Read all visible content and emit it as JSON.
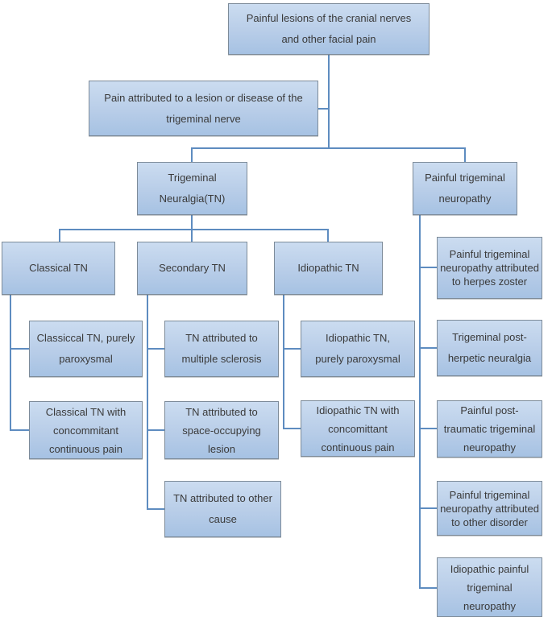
{
  "diagram": {
    "type": "flowchart",
    "description": "Classification flowchart of painful cranial nerve lesions and trigeminal neuralgia subtypes"
  },
  "colors": {
    "box_fill_top": "#cbdcf0",
    "box_fill_bottom": "#a6c2e3",
    "box_border": "#7d8b99",
    "connector_line": "#5e8cc0",
    "text": "#3a3a3a",
    "background": "#ffffff"
  },
  "nodes": {
    "root": {
      "label": "Painful lesions of the cranial nerves and other facial pain"
    },
    "trigeminal_lesion": {
      "label": "Pain attributed to a lesion or disease of the trigeminal nerve"
    },
    "tn": {
      "label": "Trigeminal Neuralgia(TN)"
    },
    "painful_tn": {
      "label": "Painful trigeminal neuropathy"
    },
    "classical": {
      "label": "Classical TN"
    },
    "secondary": {
      "label": "Secondary TN"
    },
    "idiopathic": {
      "label": "Idiopathic TN"
    },
    "classical_paroxysmal": {
      "label": "Classiccal TN, purely paroxysmal"
    },
    "classical_continuous": {
      "label": "Classical TN with concommitant continuous pain"
    },
    "secondary_ms": {
      "label": "TN attributed to multiple sclerosis"
    },
    "secondary_space": {
      "label": "TN attributed to space-occupying lesion"
    },
    "secondary_other": {
      "label": "TN attributed to other cause"
    },
    "idiopathic_paroxysmal": {
      "label": "Idiopathic TN, purely paroxysmal"
    },
    "idiopathic_continuous": {
      "label": "Idiopathic TN with concomittant continuous pain"
    },
    "ptn_herpes_zoster": {
      "label": "Painful trigeminal neuropathy attributed to herpes zoster"
    },
    "ptn_postherpetic": {
      "label": "Trigeminal post-herpetic neuralgia"
    },
    "ptn_posttraumatic": {
      "label": "Painful post-traumatic trigeminal neuropathy"
    },
    "ptn_other": {
      "label": "Painful trigeminal neuropathy attributed to other disorder"
    },
    "ptn_idiopathic": {
      "label": "Idiopathic painful trigeminal neuropathy"
    }
  },
  "hierarchy": {
    "root": [
      "trigeminal_lesion"
    ],
    "trigeminal_lesion": [
      "tn",
      "painful_tn"
    ],
    "tn": [
      "classical",
      "secondary",
      "idiopathic"
    ],
    "classical": [
      "classical_paroxysmal",
      "classical_continuous"
    ],
    "secondary": [
      "secondary_ms",
      "secondary_space",
      "secondary_other"
    ],
    "idiopathic": [
      "idiopathic_paroxysmal",
      "idiopathic_continuous"
    ],
    "painful_tn": [
      "ptn_herpes_zoster",
      "ptn_postherpetic",
      "ptn_posttraumatic",
      "ptn_other",
      "ptn_idiopathic"
    ]
  }
}
